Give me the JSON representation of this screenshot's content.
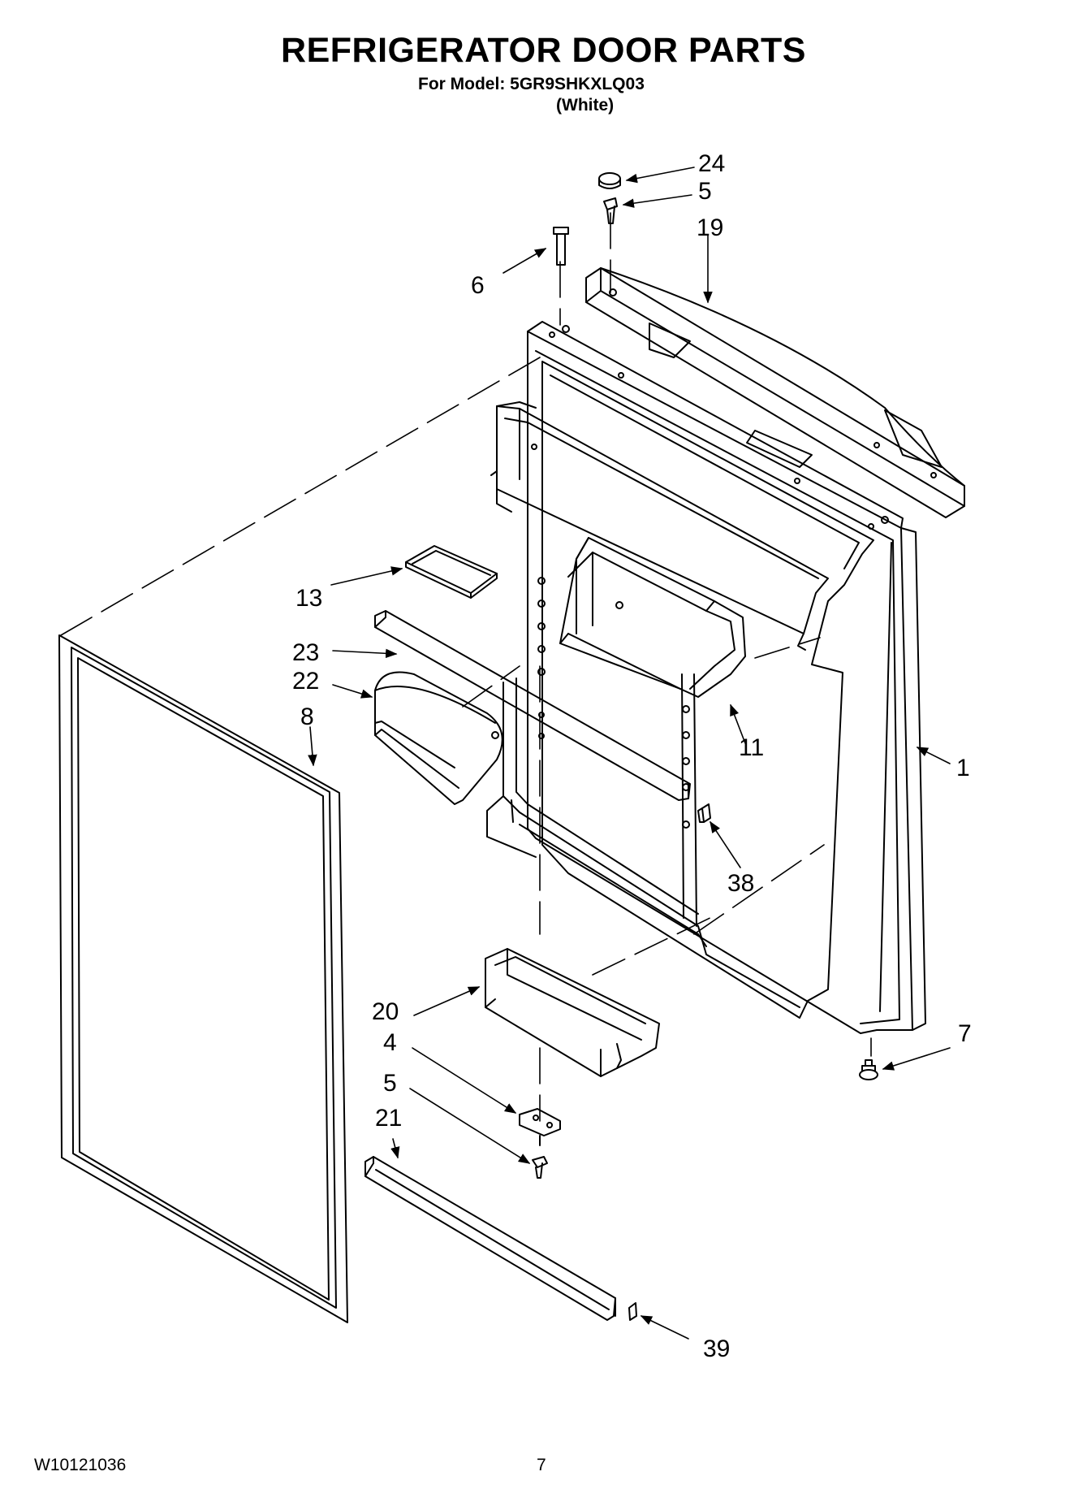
{
  "header": {
    "title": "REFRIGERATOR DOOR PARTS",
    "model_line": "For Model: 5GR9SHKXLQ03",
    "color_line": "(White)"
  },
  "footer": {
    "document_code": "W10121036",
    "page_number": "7"
  },
  "callouts": {
    "c24": "24",
    "c5_top": "5",
    "c19": "19",
    "c6": "6",
    "c13": "13",
    "c23": "23",
    "c22": "22",
    "c8": "8",
    "c11": "11",
    "c1": "1",
    "c38": "38",
    "c20": "20",
    "c4": "4",
    "c5_bottom": "5",
    "c21": "21",
    "c7": "7",
    "c39": "39"
  }
}
